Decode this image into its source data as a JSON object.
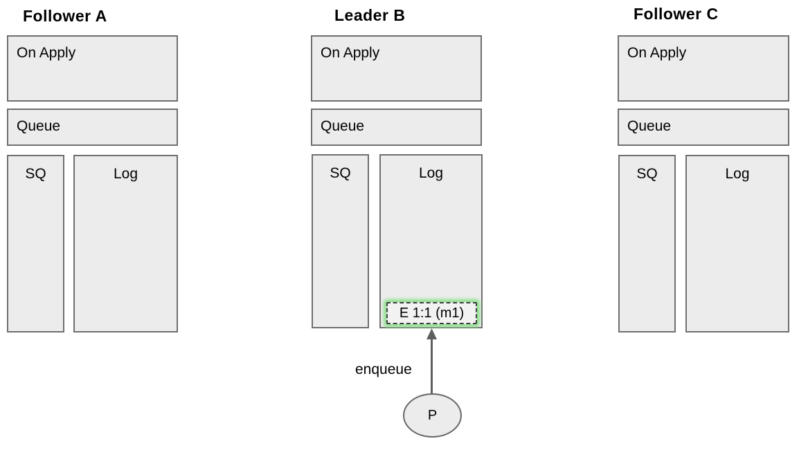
{
  "diagram": {
    "columns": [
      {
        "id": "follower-a",
        "title": "Follower A",
        "on_apply_label": "On Apply",
        "queue_label": "Queue",
        "sq_label": "SQ",
        "log_label": "Log"
      },
      {
        "id": "leader-b",
        "title": "Leader B",
        "on_apply_label": "On Apply",
        "queue_label": "Queue",
        "sq_label": "SQ",
        "log_label": "Log",
        "log_entry": {
          "label": "E 1:1 (m1)",
          "highlight": "green-glow"
        }
      },
      {
        "id": "follower-c",
        "title": "Follower C",
        "on_apply_label": "On Apply",
        "queue_label": "Queue",
        "sq_label": "SQ",
        "log_label": "Log"
      }
    ],
    "enqueue_arrow": {
      "label": "enqueue",
      "direction": "up"
    },
    "producer": {
      "label": "P"
    },
    "colors": {
      "box_fill": "#ececec",
      "box_border": "#6e6e6e",
      "entry_fill": "#f2f2f2",
      "entry_border": "#3f3f3f",
      "entry_glow": "#8ee08e",
      "arrow": "#5f5f5f",
      "text": "#000000",
      "background": "#ffffff"
    }
  }
}
